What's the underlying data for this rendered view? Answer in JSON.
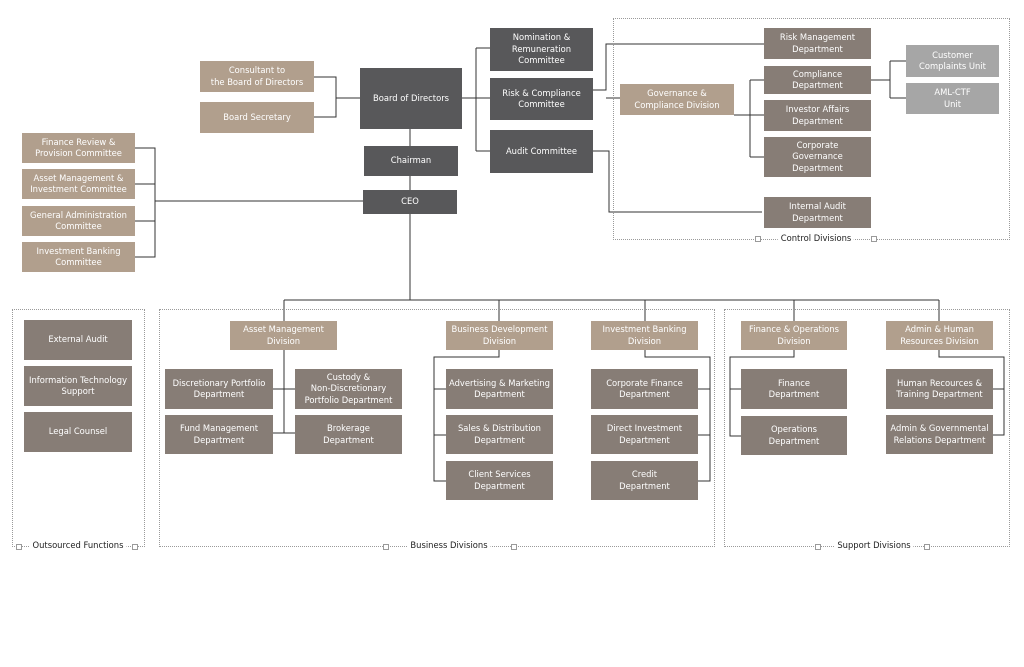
{
  "board": {
    "board_of_directors": "Board of Directors",
    "consultant": "Consultant to\nthe Board of Directors",
    "board_secretary": "Board Secretary",
    "nomination": "Nomination &\nRemuneration\nCommittee",
    "risk_compliance_committee": "Risk & Compliance\nCommittee",
    "audit_committee": "Audit Committee",
    "chairman": "Chairman",
    "ceo": "CEO"
  },
  "committees": {
    "finance_review": "Finance Review &\nProvision Committee",
    "asset_investment": "Asset Management &\nInvestment Committee",
    "general_admin": "General Administration\nCommittee",
    "investment_banking_committee": "Investment Banking\nCommittee"
  },
  "control": {
    "region_label": "Control Divisions",
    "governance_division": "Governance &\nCompliance Division",
    "risk_management": "Risk Management\nDepartment",
    "compliance_department": "Compliance Department",
    "investor_affairs": "Investor Affairs\nDepartment",
    "corporate_governance": "Corporate\nGovernance\nDepartment",
    "internal_audit": "Internal Audit\nDepartment",
    "customer_complaints": "Customer\nComplaints Unit",
    "aml_ctf": "AML-CTF\nUnit"
  },
  "outsourced": {
    "region_label": "Outsourced Functions",
    "external_audit": "External Audit",
    "it_support": "Information Technology\nSupport",
    "legal_counsel": "Legal Counsel"
  },
  "business": {
    "region_label": "Business Divisions",
    "asset_management_division": "Asset Management\nDivision",
    "discretionary": "Discretionary Portfolio\nDepartment",
    "custody": "Custody &\nNon-Discretionary\nPortfolio Department",
    "fund_management": "Fund Management\nDepartment",
    "brokerage": "Brokerage\nDepartment",
    "business_development_division": "Business Development\nDivision",
    "advertising": "Advertising & Marketing\nDepartment",
    "sales": "Sales & Distribution\nDepartment",
    "client_services": "Client Services\nDepartment",
    "investment_banking_division": "Investment Banking\nDivision",
    "corporate_finance": "Corporate Finance\nDepartment",
    "direct_investment": "Direct Investment\nDepartment",
    "credit": "Credit\nDepartment"
  },
  "support": {
    "region_label": "Support Divisions",
    "finance_operations_division": "Finance & Operations\nDivision",
    "finance": "Finance\nDepartment",
    "operations": "Operations\nDepartment",
    "admin_hr_division": "Admin & Human\nResources Division",
    "hr_training": "Human Recources &\nTraining Department",
    "admin_governmental": "Admin & Governmental\nRelations Department"
  },
  "colors": {
    "dark": "#58585a",
    "tan": "#b19f8d",
    "gray": "#877d76",
    "light": "#a6a6a6",
    "connector": "#333333",
    "region_border": "#9a9a9a"
  }
}
